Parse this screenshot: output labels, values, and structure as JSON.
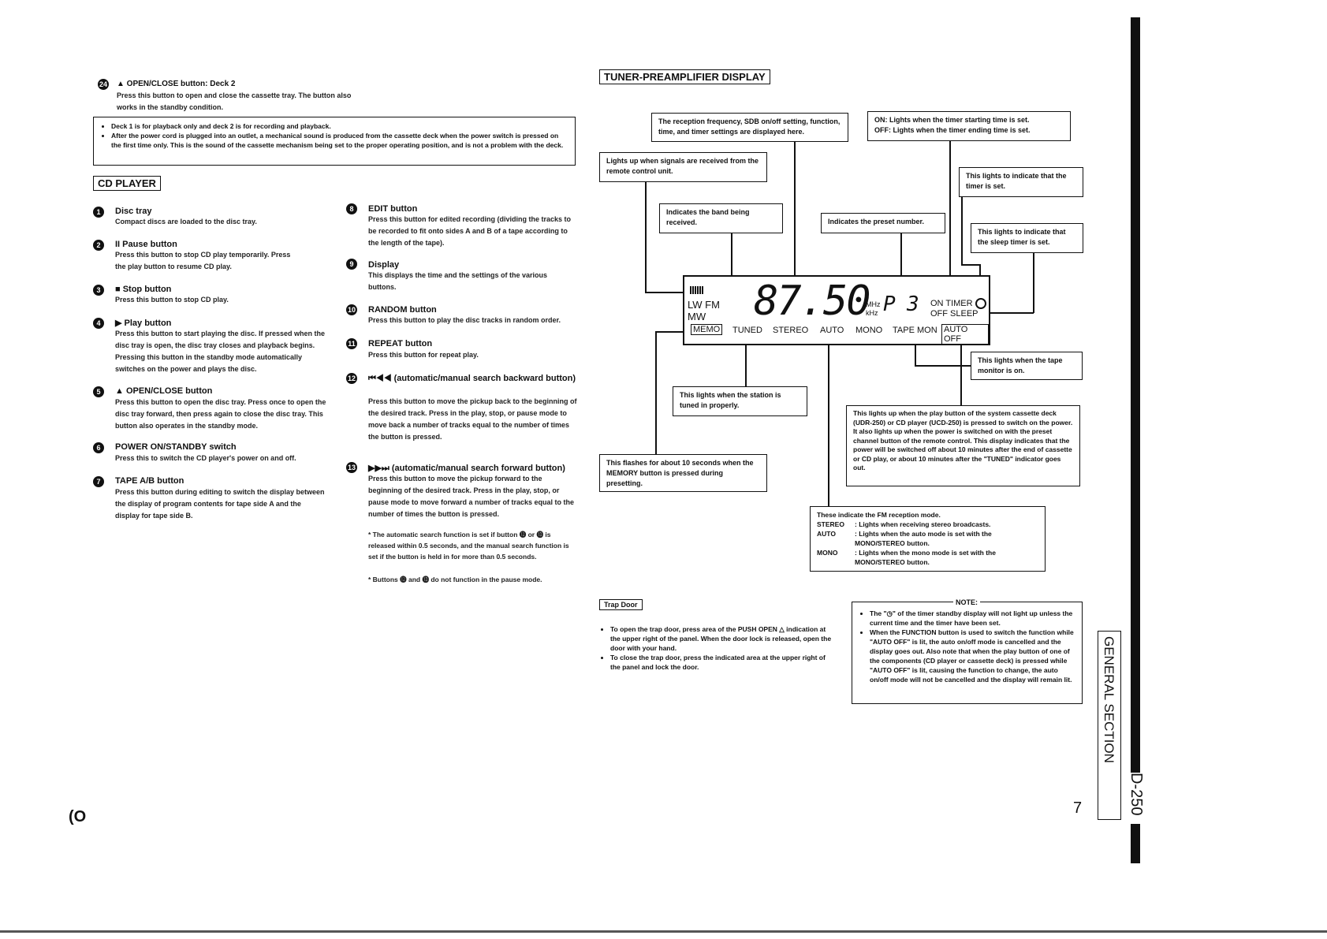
{
  "top_item": {
    "number": "24",
    "title": "▲ OPEN/CLOSE button: Deck 2",
    "body": "Press this button to open and close the cassette tray. The button also works in the standby condition."
  },
  "notes_box": [
    "Deck 1 is for playback only and deck 2 is for recording and playback.",
    "After the power cord is plugged into an outlet, a mechanical sound is produced from the cassette deck when the power switch is pressed on the first time only. This is the sound of the cassette mechanism being set to the proper operating position, and is not a problem with the deck."
  ],
  "cd_player": {
    "heading": "CD PLAYER",
    "items": [
      {
        "n": "1",
        "title": "Disc tray",
        "body": "Compact discs are loaded to the disc tray."
      },
      {
        "n": "2",
        "title": "II Pause button",
        "body": "Press this button to stop CD play temporarily. Press the play button to resume CD play."
      },
      {
        "n": "3",
        "title": "■ Stop button",
        "body": "Press this button to stop CD play."
      },
      {
        "n": "4",
        "title": "▶ Play button",
        "body": "Press this button to start playing the disc. If pressed when the disc tray is open, the disc tray closes and playback begins. Pressing this button in the standby mode automatically switches on the power and plays the disc."
      },
      {
        "n": "5",
        "title": "▲ OPEN/CLOSE button",
        "body": "Press this button to open the disc tray. Press once to open the disc tray forward, then press again to close the disc tray. This button also operates in the standby mode."
      },
      {
        "n": "6",
        "title": "POWER ON/STANDBY switch",
        "body": "Press this to switch the CD player's power on and off."
      },
      {
        "n": "7",
        "title": "TAPE A/B button",
        "body": "Press this button during editing to switch the display between the display of program contents for tape side A and the display for tape side B."
      },
      {
        "n": "8",
        "title": "EDIT button",
        "body": "Press this button for edited recording (dividing the tracks to be recorded to fit onto sides A and B of a tape according to the length of the tape)."
      },
      {
        "n": "9",
        "title": "Display",
        "body": "This displays the time and the settings of the various buttons."
      },
      {
        "n": "10",
        "title": "RANDOM button",
        "body": "Press this button to play the disc tracks in random order."
      },
      {
        "n": "11",
        "title": "REPEAT button",
        "body": "Press this button for repeat play."
      },
      {
        "n": "12",
        "title": "⏮◀◀ (automatic/manual search backward button)",
        "body": "Press this button to move the pickup back to the beginning of the desired track. Press in the play, stop, or pause mode to move back a number of tracks equal to the number of times the button is pressed."
      },
      {
        "n": "13",
        "title": "▶▶⏭ (automatic/manual search forward button)",
        "body": "Press this button to move the pickup forward to the beginning of the desired track. Press in the play, stop, or pause mode to move forward a number of tracks equal to the number of times the button is pressed."
      }
    ],
    "footnotes": [
      "* The automatic search function is set if button ⓬ or ⓭ is released within 0.5 seconds, and the manual search function is set if the button is held in for more than 0.5 seconds.",
      "* Buttons ⓬ and ⓭ do not function in the pause mode."
    ]
  },
  "tuner": {
    "heading": "TUNER-PREAMPLIFIER DISPLAY",
    "callouts": {
      "frequency": "The reception frequency, SDB on/off setting, function, time, and timer settings are displayed here.",
      "on_off": "ON: Lights when the timer starting time is set.\nOFF: Lights when the timer ending time is set.",
      "remote": "Lights up when signals are received from the remote control unit.",
      "band": "Indicates the band being received.",
      "preset": "Indicates the preset number.",
      "timer_set": "This lights to indicate that the timer is set.",
      "sleep": "This lights to indicate that the sleep timer is set.",
      "tape_monitor": "This lights when the tape monitor is on.",
      "tuned": "This lights when the station is tuned in properly.",
      "memory": "This flashes for about 10 seconds when the MEMORY button is pressed during presetting.",
      "auto_off": "This lights up when the play button of the system cassette deck (UDR-250) or CD player (UCD-250) is pressed to switch on the power.\nIt also lights up when the power is switched on with the preset channel button of the remote control. This display indicates that the power will be switched off about 10 minutes after the end of cassette or CD play, or about 10 minutes after the \"TUNED\" indicator goes out."
    },
    "fm_mode": {
      "intro": "These indicate the FM reception mode.",
      "rows": [
        {
          "k": "STEREO",
          "v": ": Lights when receiving stereo broadcasts."
        },
        {
          "k": "AUTO",
          "v": ": Lights when the auto mode is set with the MONO/STEREO button."
        },
        {
          "k": "MONO",
          "v": ": Lights when the mono mode is set with the MONO/STEREO button."
        }
      ]
    },
    "display": {
      "band_lw_fm": "LW FM",
      "band_mw": "MW",
      "freq": "87.50",
      "unit_mhz": "MHz",
      "unit_khz": "kHz",
      "preset_p": "P",
      "preset_num": "3",
      "on_timer": "ON TIMER",
      "off_sleep": "OFF SLEEP",
      "memo": "MEMO",
      "tuned": "TUNED",
      "stereo": "STEREO",
      "auto": "AUTO",
      "mono": "MONO",
      "tape_mon": "TAPE MON",
      "auto_off": "AUTO OFF"
    }
  },
  "trap_door": {
    "heading": "Trap Door",
    "bullets": [
      "To open the trap door, press area of the PUSH OPEN △ indication at the upper right of the panel. When the door lock is released, open the door with your hand.",
      "To close the trap door, press the indicated area at the upper right of the panel and lock the door."
    ]
  },
  "note": {
    "heading": "NOTE:",
    "bullets": [
      "The \"◷\" of the timer standby display will not light up unless the current time and the timer have been set.",
      "When the FUNCTION button is used to switch the function while \"AUTO OFF\" is lit, the auto on/off mode is cancelled and the display goes out. Also note that when the play button of one of the components (CD player or cassette deck) is pressed while \"AUTO OFF\" is lit, causing the function to change, the auto on/off mode will not be cancelled and the display will remain lit."
    ]
  },
  "side_tab": {
    "section": "GENERAL SECTION",
    "model": "D-250"
  },
  "page_number": "7",
  "left_mark": "(O"
}
